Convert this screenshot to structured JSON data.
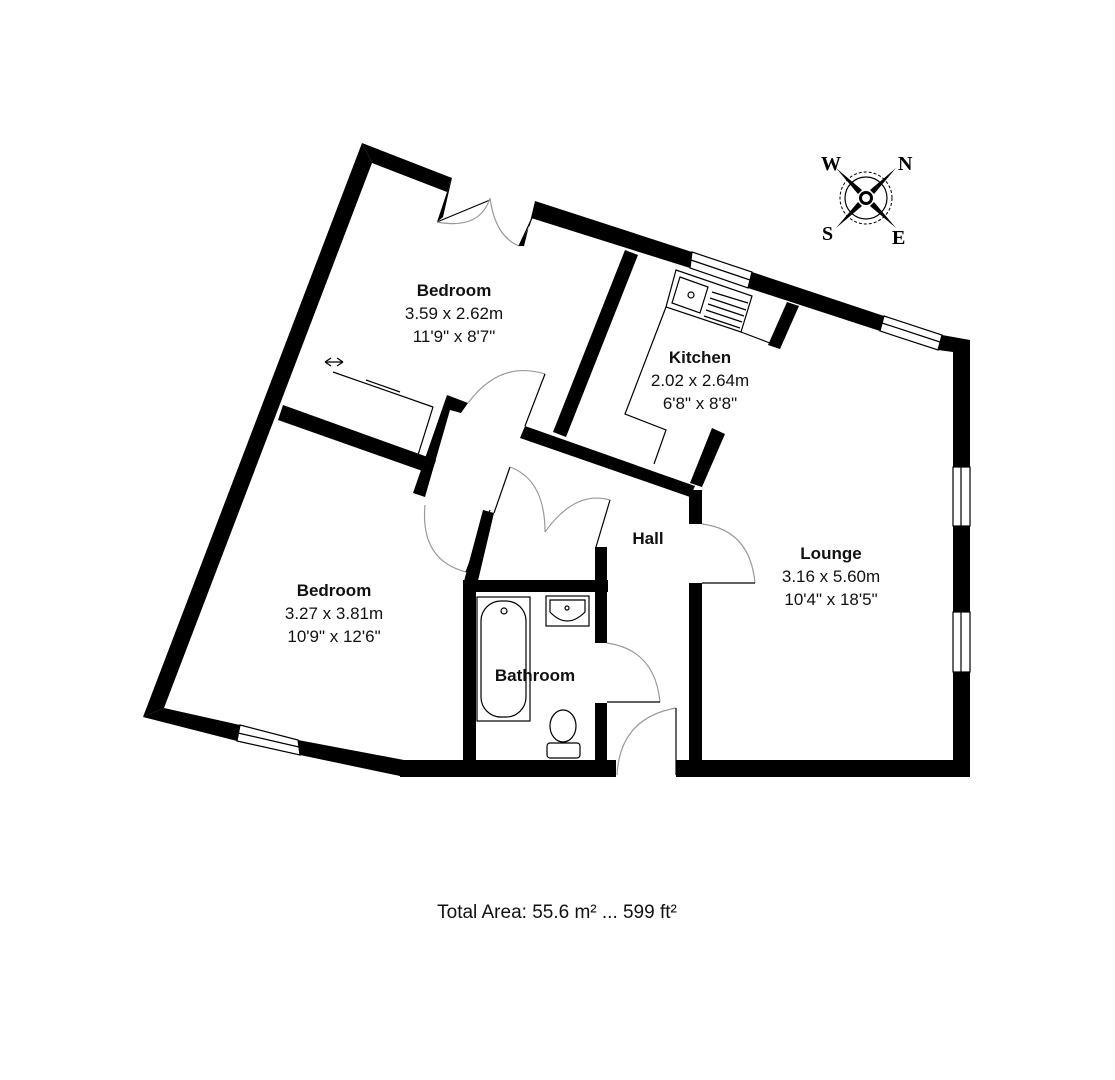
{
  "rooms": {
    "bedroom1": {
      "name": "Bedroom",
      "metric": "3.59 x 2.62m",
      "imperial": "11'9\" x 8'7\""
    },
    "kitchen": {
      "name": "Kitchen",
      "metric": "2.02 x 2.64m",
      "imperial": "6'8\" x 8'8\""
    },
    "hall": {
      "name": "Hall"
    },
    "lounge": {
      "name": "Lounge",
      "metric": "3.16 x 5.60m",
      "imperial": "10'4\" x 18'5\""
    },
    "bedroom2": {
      "name": "Bedroom",
      "metric": "3.27 x 3.81m",
      "imperial": "10'9\" x 12'6\""
    },
    "bathroom": {
      "name": "Bathroom"
    }
  },
  "compass": {
    "n": "N",
    "e": "E",
    "s": "S",
    "w": "W",
    "icon": "compass-rose-icon"
  },
  "footer": {
    "total_area": "Total Area: 55.6 m² ... 599 ft²"
  },
  "colors": {
    "wall": "#000000",
    "door_arc": "#9a9a9a",
    "background": "#ffffff"
  }
}
